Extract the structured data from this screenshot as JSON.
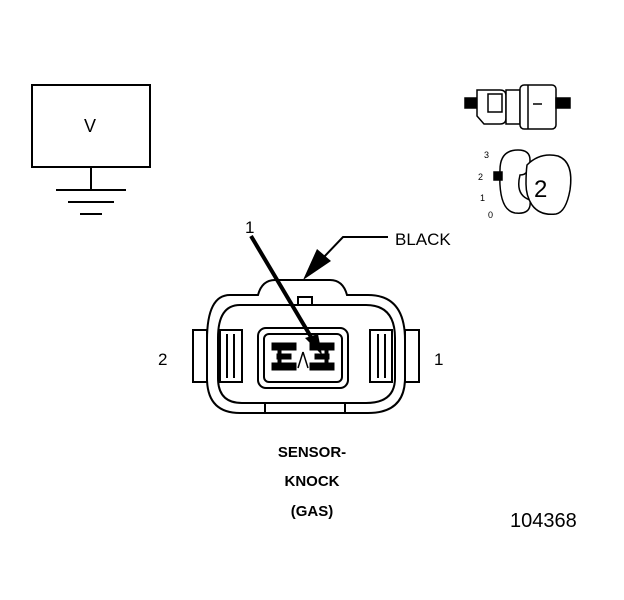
{
  "meter": {
    "label": "V"
  },
  "connector": {
    "color_label": "BLACK",
    "pin_callout": "1",
    "side_left_label": "2",
    "side_right_label": "1"
  },
  "caption": {
    "line1": "SENSOR-",
    "line2": "KNOCK",
    "line3": "(GAS)"
  },
  "key_view": {
    "ticks": [
      "3",
      "2",
      "1",
      "0"
    ],
    "position_label": "2"
  },
  "figure_number": "104368"
}
